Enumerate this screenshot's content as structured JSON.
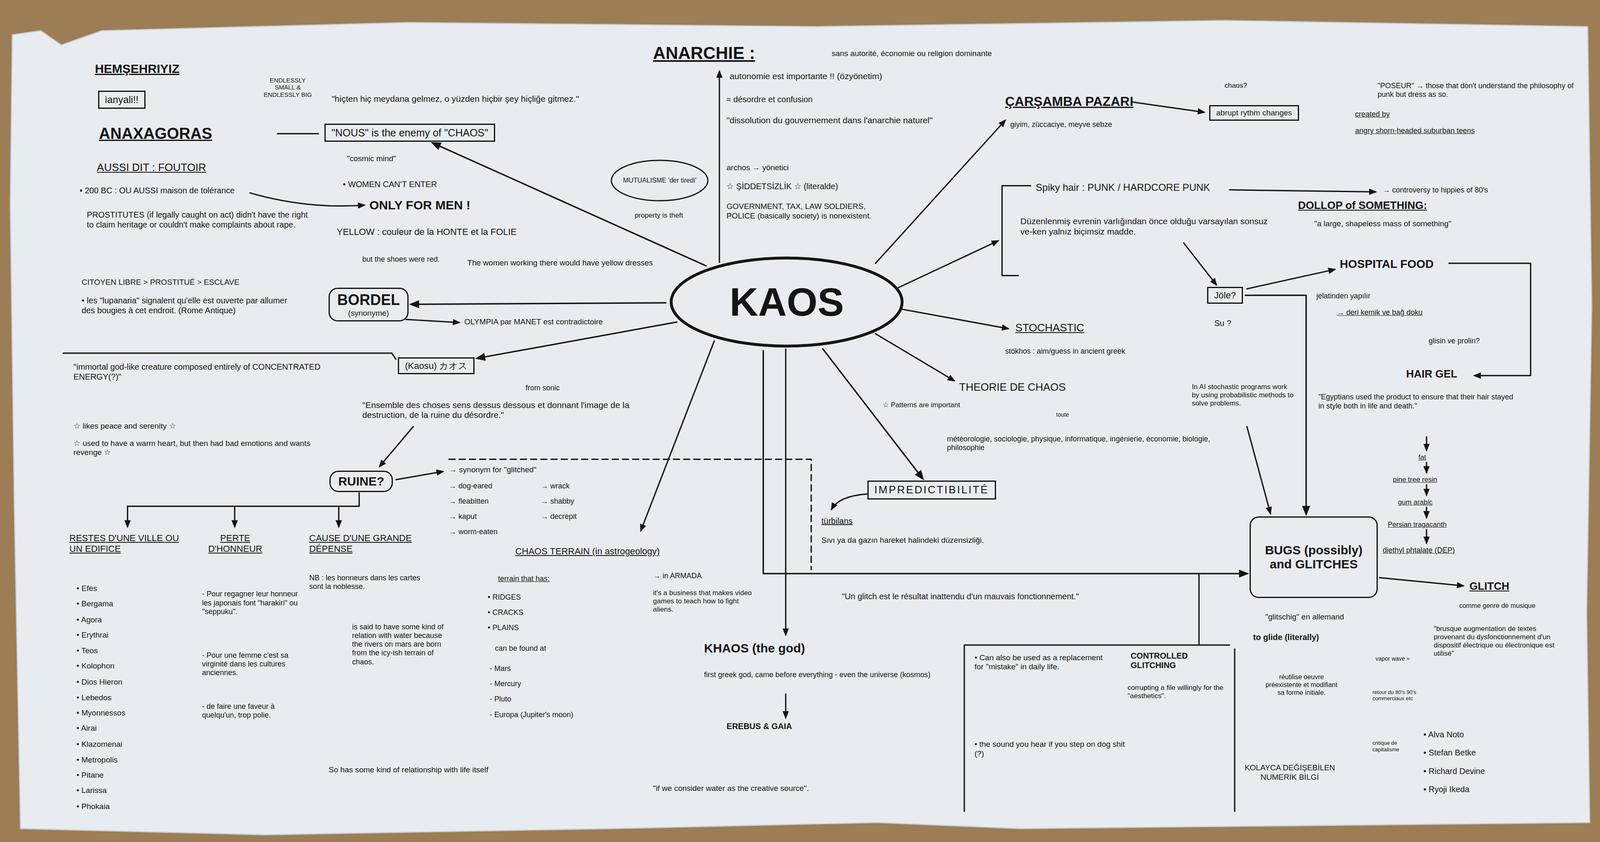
{
  "diagram": {
    "nodes": [
      {
        "text": [
          "ianyali!!"
        ]
      },
      {
        "text": [
          "abrupt rythm changes"
        ]
      },
      {
        "text": [
          "\"NOUS\" is the enemy of \"CHAOS\""
        ]
      },
      {
        "text": [
          "MUTUALISME 'der tiredi'"
        ]
      },
      {
        "text": [
          "KAOS"
        ]
      },
      {
        "text": [
          "Jöle?"
        ]
      },
      {
        "text": [
          "BORDEL",
          "(synonyme)"
        ]
      },
      {
        "text": [
          "(Kaosu) カオス"
        ]
      },
      {
        "text": [
          "IMPREDICTIBILITÉ"
        ]
      },
      {
        "text": [
          "RUINE?"
        ]
      },
      {
        "text": [
          "BUGS (possibly) and GLITCHES"
        ]
      }
    ],
    "edges": [
      {
        "from": 4,
        "to": 2,
        "arrow": "to"
      },
      {
        "from": 4,
        "to": 6,
        "arrow": "to"
      },
      {
        "from": 4,
        "to": 7,
        "arrow": "to"
      },
      {
        "from": 4,
        "to": 8,
        "arrow": "to"
      },
      {
        "from": 4,
        "to": 10,
        "arrow": "to"
      },
      {
        "from": 5,
        "to": 10,
        "arrow": "to"
      }
    ],
    "labels": [
      "HEMŞEHRIYIZ",
      "ENDLESSLY SMALL & ENDLESSLY BIG",
      "ANAXAGORAS",
      "\"hiçten hiç meydana gelmez, o yüzden hiçbir şey hiçliğe gitmez.\"",
      "\"cosmic mind\"",
      "AUSSI DIT : FOUTOIR",
      "• 200 BC : OU AUSSI maison de tolérance",
      "• WOMEN CAN'T ENTER",
      "ONLY FOR MEN !",
      "PROSTITUTES (if legally caught on act) didn't have the right to claim heritage or couldn't make complaints about rape.",
      "CITOYEN LIBRE > PROSTITUÉ > ESCLAVE",
      "• les \"lupanaria\" signalent qu'elle est ouverte par allumer des bougies à cet endroit. (Rome Antique)",
      "YELLOW : couleur de la HONTE et la FOLIE",
      "but the shoes were red.",
      "The women working there would have yellow dresses",
      "OLYMPIA par MANET est contradictoire",
      "\"immortal god-like creature composed entirely of CONCENTRATED ENERGY(?)\"",
      "from sonic",
      "☆ likes peace and serenity ☆",
      "☆ used to have a warm heart, but then had bad emotions and wants revenge ☆",
      "\"Ensemble des choses sens dessus dessous et donnant l'image de la destruction, de la ruine du désordre.\"",
      "→ synonym for \"glitched\"",
      "→ dog-eared",
      "→ fleabitten",
      "→ kaput",
      "→ worm-eaten",
      "→ wrack",
      "→ shabby",
      "→ decrepit",
      "RESTES D'UNE VILLE OU UN EDIFICE",
      "• Efes",
      "• Bergama",
      "• Agora",
      "• Erythrai",
      "• Teos",
      "• Kolophon",
      "• Dios Hieron",
      "• Lebedos",
      "• Myonnessos",
      "• Airai",
      "• Klazomenai",
      "• Metropolis",
      "• Pitane",
      "• Larissa",
      "• Phokaia",
      "PERTE D'HONNEUR",
      "- Pour regagner leur honneur les japonais font \"harakiri\" ou \"seppuku\".",
      "- Pour une femme c'est sa virginité dans les cultures anciennes.",
      "- de faire une faveur à quelqu'un, trop polie.",
      "CAUSE D'UNE GRANDE DÉPENSE",
      "NB : les honneurs dans les cartes sont la noblesse.",
      "is said to have some kind of relation with water because the rivers on mars are born from the icy-ish terrain of chaos.",
      "So has some kind of relationship with life itself",
      "\"if we consider water as the creative source\".",
      "CHAOS TERRAIN (in astrogeology)",
      "terrain that has:",
      "• RIDGES",
      "• CRACKS",
      "• PLAINS",
      "can be found at",
      "- Mars",
      "- Mercury",
      "- Pluto",
      "- Europa (Jupiter's moon)",
      "→ in ARMADA",
      "it's a business that makes video games to teach how to fight aliens.",
      "KHAOS (the god)",
      "first greek god, came before everything - even the universe (kosmos)",
      "EREBUS & GAIA",
      "ANARCHIE :",
      "sans autorité, économie ou religion dominante",
      "autonomie est importante !! (özyönetim)",
      "≈ désordre et confusion",
      "\"dissolution du gouvernement dans l'anarchie naturel\"",
      "archos → yönetici",
      "☆ ŞİDDETSİZLİK ☆ (literalde)",
      "GOVERNMENT, TAX, LAW SOLDIERS, POLICE (basically society) is nonexistent.",
      "property is theft",
      "ÇARŞAMBA PAZARI",
      "giyim, züccaciye, meyve sebze",
      "chaos?",
      "\"POSEUR\" → those that don't understand the philosophy of punk but dress as so.",
      "created by",
      "angry shorn-headed suburban teens",
      "Spiky hair : PUNK / HARDCORE PUNK",
      "→ controversy to hippies of 80's",
      "DOLLOP of SOMETHING:",
      "\"a large, shapeless mass of something\"",
      "Düzenlenmiş evrenin varlığından önce olduğu varsayılan sonsuz ve-ken yalnız biçimsiz madde.",
      "HOSPITAL FOOD",
      "Su ?",
      "jelatinden yapılır",
      "→ deri kemik ve bağ doku",
      "glisin ve prolin?",
      "HAIR GEL",
      "STOCHASTIC",
      "stókhos : aim/guess in ancient greek",
      "In AI stochastic programs work by using probabilistic methods to solve problems.",
      "THEORIE DE CHAOS",
      "☆ Patterns are important",
      "toute",
      "météorologie, sociologie, physique, informatique, ingénierie, économie, biologie, philosophie",
      "türbilans",
      "Sıvı ya da gazın hareket halindeki düzensizliği.",
      "\"Un glitch est le résultat inattendu d'un mauvais fonctionnement.\"",
      "• Can also be used as a replacement for \"mistake\" in daily life.",
      "• the sound you hear if you step on dog shit (?)",
      "CONTROLLED GLITCHING",
      "corrupting a file willingly for the \"aesthetics\".",
      "\"Egyptians used the product to ensure that their hair stayed in style both in life and death.\"",
      "fat",
      "pine tree resin",
      "gum arabic",
      "Persian tragacanth",
      "diethyl phtalate (DEP)",
      "GLITCH",
      "comme genre de musique",
      "\"glitschig\" en allemand",
      "to glide (literally)",
      "réutilise oeuvre préexistente et modifiant sa forme initiale.",
      "vapor wave ≈",
      "retour du 80's 90's commerciaux etc",
      "critique de capitalisme",
      "\"brusque augmentation de textes provenant du dysfonctionnement d'un dispositif électrique ou électronique est utilisé\"",
      "• Alva Noto",
      "• Stefan Betke",
      "• Richard Devine",
      "• Ryoji Ikeda",
      "KOLAYCA DEĞİŞEBİLEN NUMERİK BİLGİ"
    ]
  }
}
